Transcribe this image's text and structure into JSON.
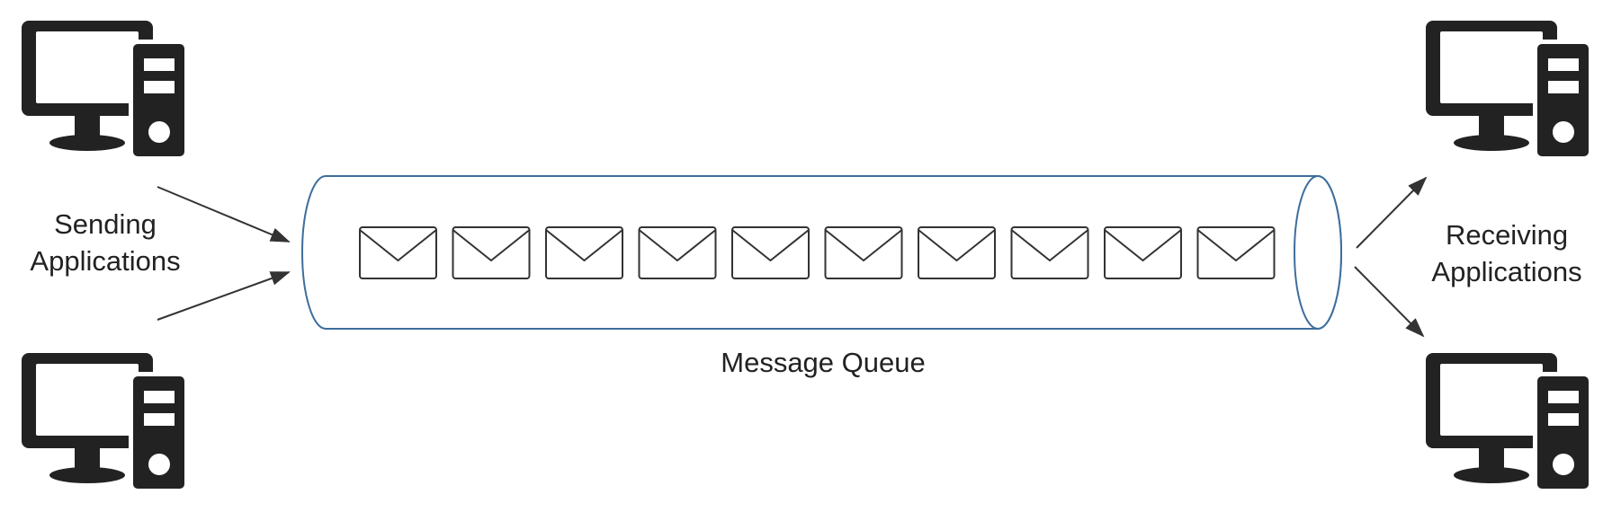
{
  "labels": {
    "sending_line1": "Sending",
    "sending_line2": "Applications",
    "receiving_line1": "Receiving",
    "receiving_line2": "Applications",
    "queue": "Message Queue"
  },
  "queue": {
    "message_count": 10
  },
  "icons": {
    "computer": "computer-icon",
    "message": "envelope-icon"
  },
  "colors": {
    "computer": "#222222",
    "queue_outline": "#3d6e9c",
    "envelope_stroke": "#333333",
    "arrow": "#333333",
    "text": "#222222"
  }
}
